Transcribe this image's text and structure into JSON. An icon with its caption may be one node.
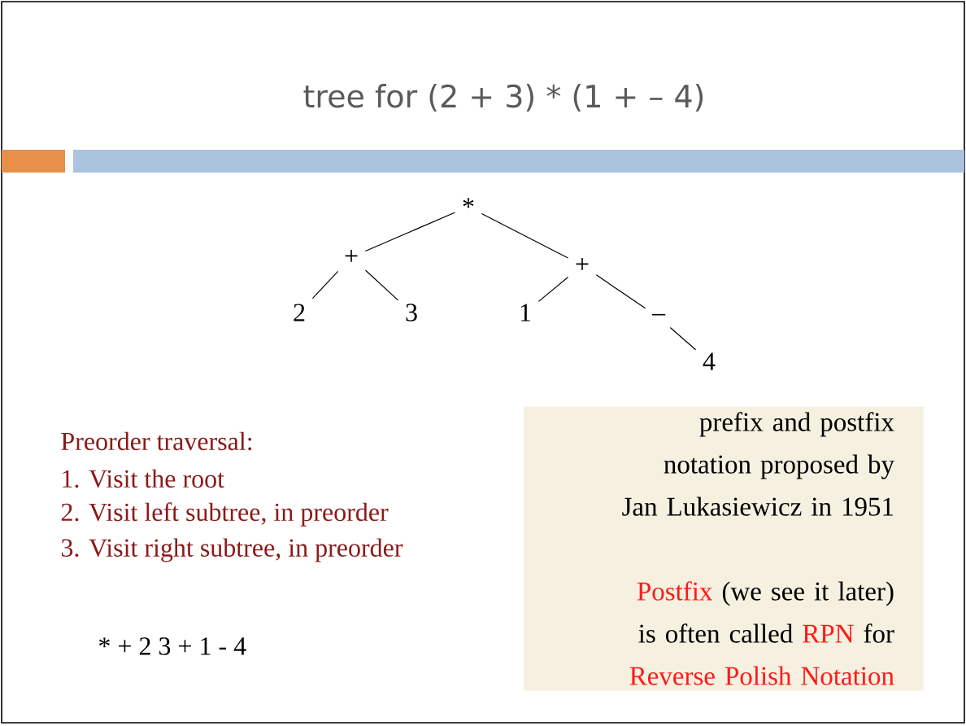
{
  "diagram": {
    "title": "tree for (2 + 3) * (1 + – 4)",
    "nodes": [
      {
        "text": [
          "*"
        ]
      },
      {
        "text": [
          "+"
        ]
      },
      {
        "text": [
          "2"
        ]
      },
      {
        "text": [
          "3"
        ]
      },
      {
        "text": [
          "+"
        ]
      },
      {
        "text": [
          "1"
        ]
      },
      {
        "text": [
          "–"
        ]
      },
      {
        "text": [
          "4"
        ]
      },
      {
        "text": [
          "prefix and postfix notation proposed by Jan Lukasiewicz in 1951",
          "Postfix",
          "(we see it later) is often called",
          "RPN",
          "for",
          "Reverse Polish Notation"
        ]
      }
    ],
    "edges": [
      {
        "from": 0,
        "to": 1,
        "arrow": "none"
      },
      {
        "from": 0,
        "to": 4,
        "arrow": "none"
      },
      {
        "from": 1,
        "to": 2,
        "arrow": "none"
      },
      {
        "from": 1,
        "to": 3,
        "arrow": "none"
      },
      {
        "from": 4,
        "to": 5,
        "arrow": "none"
      },
      {
        "from": 4,
        "to": 6,
        "arrow": "none"
      },
      {
        "from": 6,
        "to": 7,
        "arrow": "none"
      }
    ],
    "labels": [
      "Preorder traversal:",
      "1. Visit the root",
      "2. Visit left subtree, in preorder",
      "3. Visit right subtree, in preorder",
      "* + 2 3 + 1 - 4"
    ]
  }
}
